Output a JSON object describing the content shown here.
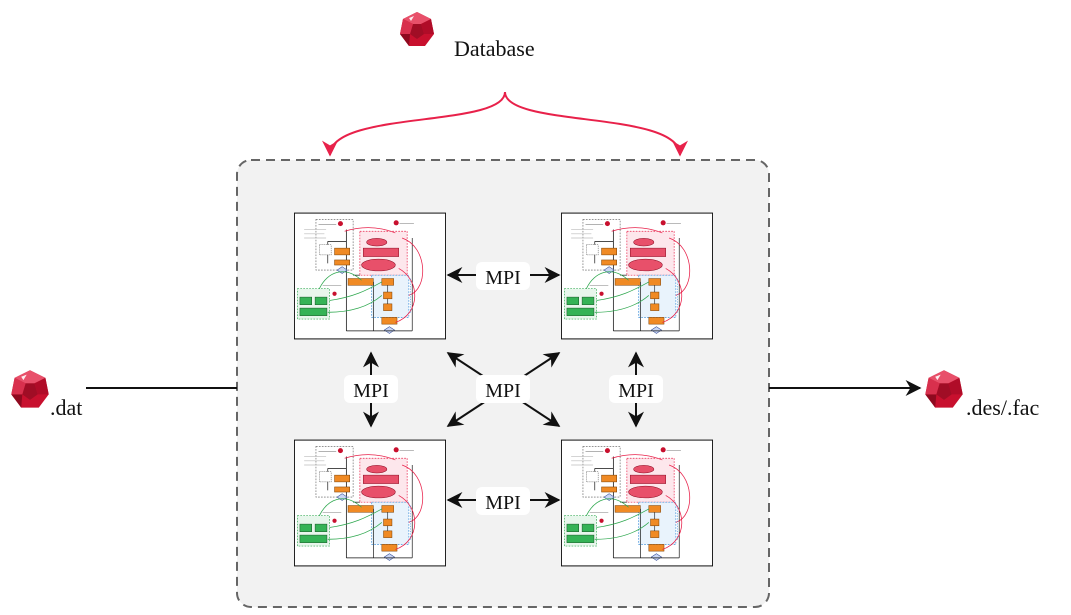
{
  "database": {
    "label": "Database",
    "icon": "ruby-gem-icon"
  },
  "input": {
    "label": ".dat",
    "icon": "ruby-gem-icon"
  },
  "output": {
    "label": ".des/.fac",
    "icon": "ruby-gem-icon"
  },
  "links": {
    "top": "MPI",
    "bottom": "MPI",
    "left": "MPI",
    "right": "MPI",
    "center": "MPI"
  },
  "colors": {
    "gem": "#c8102e",
    "database_arrow": "#e8214a",
    "container_fill": "#f2f2f2",
    "container_border": "#666666",
    "green": "#2fa84f",
    "orange": "#f08a24",
    "pink": "#e8214a",
    "blue": "#3d8fd9"
  }
}
